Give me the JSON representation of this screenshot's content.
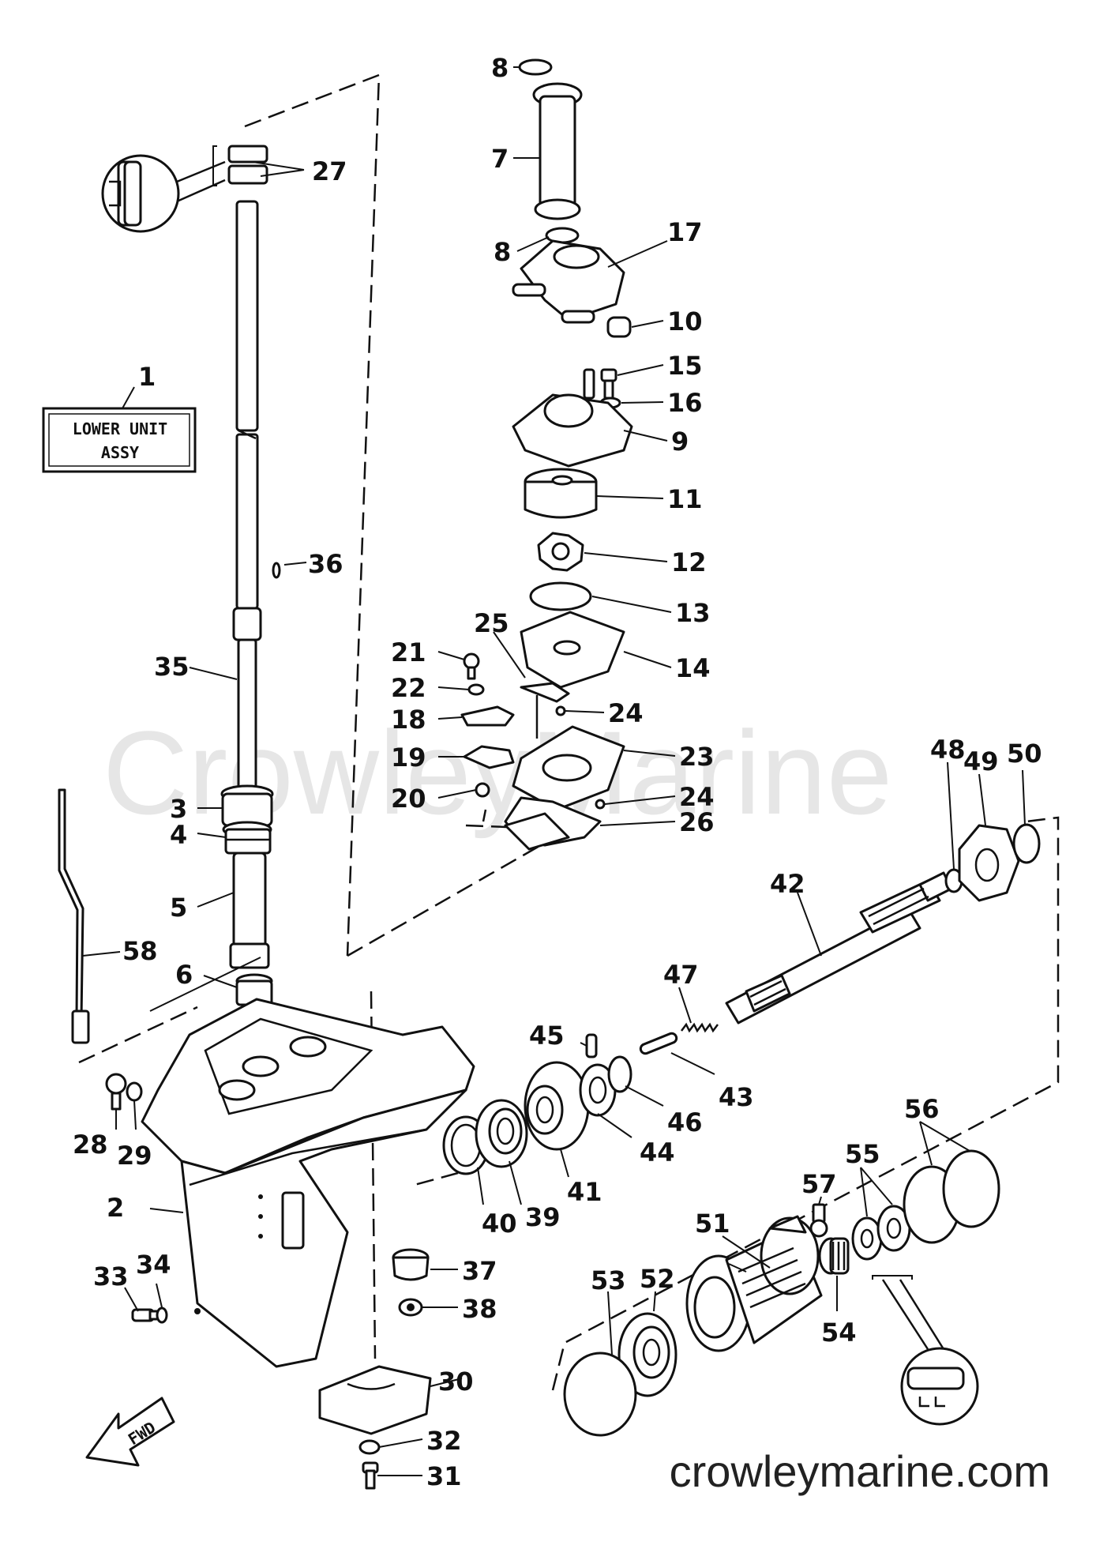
{
  "watermark": "CrowleyMarine",
  "site": "crowleymarine.com",
  "assembly_label": {
    "line1": "LOWER UNIT",
    "line2": "ASSY"
  },
  "fwd_label": "FWD",
  "callouts": {
    "c1": "1",
    "c2": "2",
    "c3": "3",
    "c4": "4",
    "c5": "5",
    "c6": "6",
    "c7": "7",
    "c8a": "8",
    "c8b": "8",
    "c9": "9",
    "c10": "10",
    "c11": "11",
    "c12": "12",
    "c13": "13",
    "c14": "14",
    "c15": "15",
    "c16": "16",
    "c17": "17",
    "c18": "18",
    "c19": "19",
    "c20": "20",
    "c21": "21",
    "c22": "22",
    "c23": "23",
    "c24a": "24",
    "c24b": "24",
    "c25": "25",
    "c26": "26",
    "c27": "27",
    "c28": "28",
    "c29": "29",
    "c30": "30",
    "c31": "31",
    "c32": "32",
    "c33": "33",
    "c34": "34",
    "c35": "35",
    "c36": "36",
    "c37": "37",
    "c38": "38",
    "c39": "39",
    "c40": "40",
    "c41": "41",
    "c42": "42",
    "c43": "43",
    "c44": "44",
    "c45": "45",
    "c46": "46",
    "c47": "47",
    "c48": "48",
    "c49": "49",
    "c50": "50",
    "c51": "51",
    "c52": "52",
    "c53": "53",
    "c54": "54",
    "c55": "55",
    "c56": "56",
    "c57": "57",
    "c58": "58"
  }
}
